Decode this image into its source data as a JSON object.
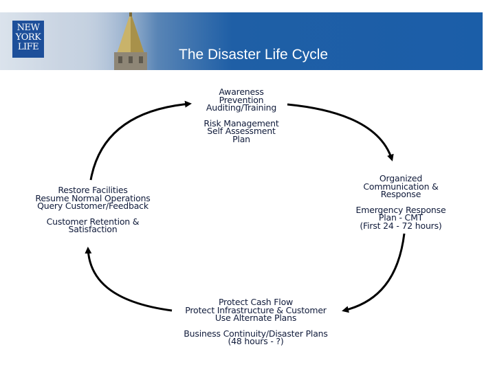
{
  "header": {
    "title": "The Disaster Life Cycle",
    "logo_lines": [
      "NEW",
      "YORK",
      "LIFE"
    ]
  },
  "stages": {
    "top": {
      "lines_a": [
        "Awareness",
        "Prevention",
        "Auditing/Training"
      ],
      "lines_b": [
        "Risk Management",
        "Self Assessment",
        "Plan"
      ]
    },
    "right": {
      "lines_a": [
        "Organized",
        "Communication &",
        "Response"
      ],
      "lines_b": [
        "Emergency Response",
        "Plan - CMT",
        "(First 24 - 72 hours)"
      ]
    },
    "bottom": {
      "lines_a": [
        "Protect Cash Flow",
        "Protect Infrastructure & Customer",
        "Use Alternate Plans"
      ],
      "lines_b": [
        "Business Continuity/Disaster Plans",
        "(48 hours - ?)"
      ]
    },
    "left": {
      "lines_a": [
        "Restore Facilities",
        "Resume Normal Operations",
        "Query Customer/Feedback"
      ],
      "lines_b": [
        "Customer Retention &",
        "Satisfaction"
      ]
    }
  },
  "colors": {
    "header_blue": "#1b5ea8",
    "text": "#0f1a3a",
    "arrow": "#000000"
  }
}
